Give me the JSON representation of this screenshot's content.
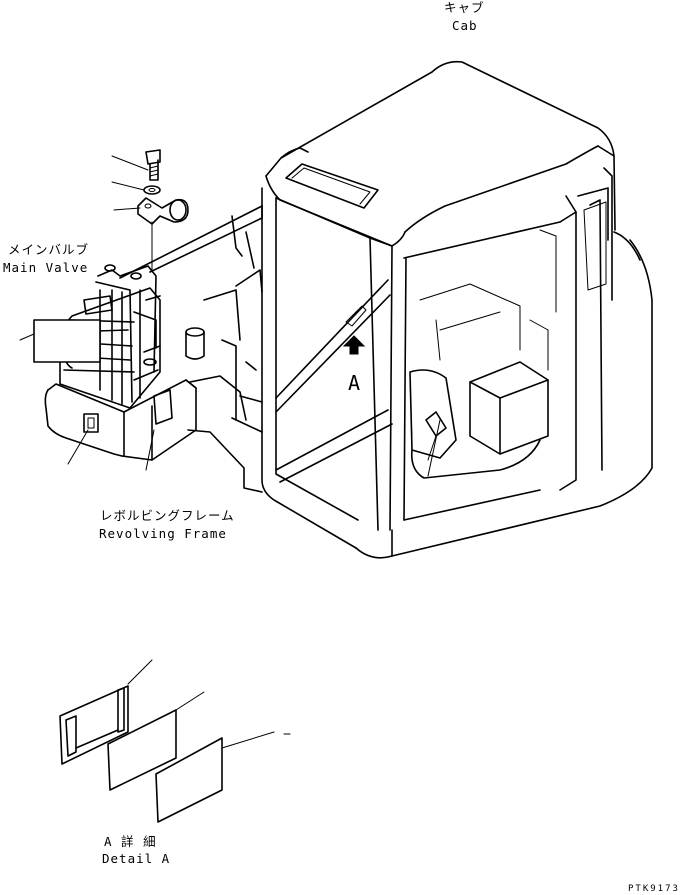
{
  "labels": {
    "cab_jp": "キャブ",
    "cab_en": "Cab",
    "main_valve_jp": "メインバルブ",
    "main_valve_en": "Main Valve",
    "revolving_frame_jp": "レボルビングフレーム",
    "revolving_frame_en": "Revolving Frame",
    "view_marker": "A",
    "detail_jp": "A 詳 細",
    "detail_en": "Detail A",
    "drawing_code": "PTK9173"
  }
}
